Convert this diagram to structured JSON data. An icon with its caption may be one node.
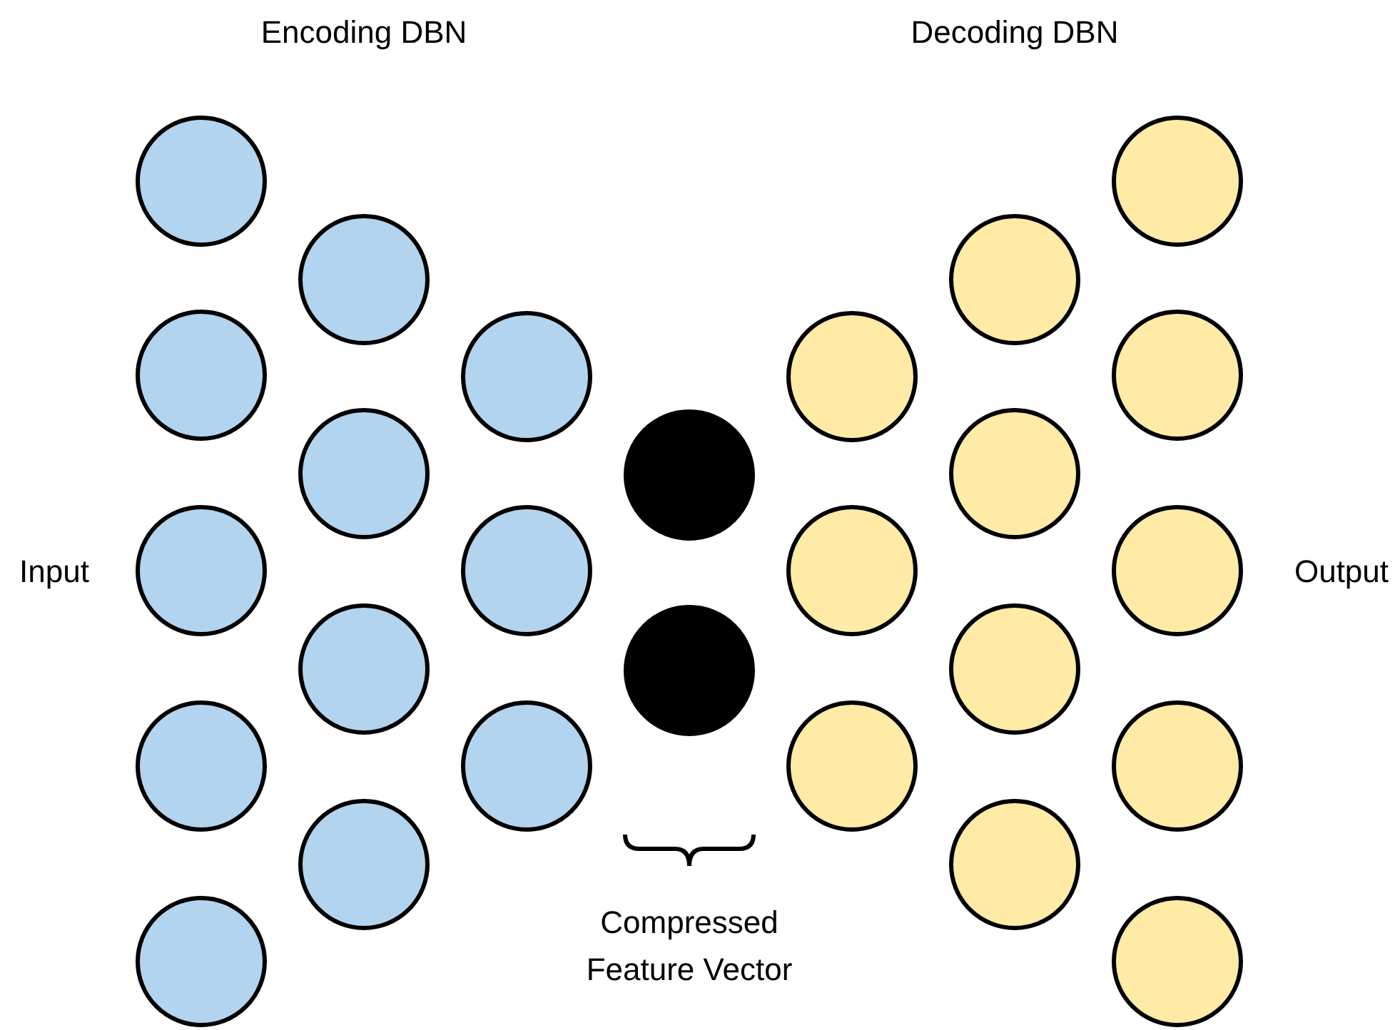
{
  "diagram": {
    "nodes": [
      {
        "text": [],
        "shape": "circle"
      },
      {
        "text": [],
        "shape": "circle"
      },
      {
        "text": [],
        "shape": "circle"
      },
      {
        "text": [],
        "shape": "circle"
      },
      {
        "text": [],
        "shape": "circle"
      },
      {
        "text": [],
        "shape": "circle"
      },
      {
        "text": [],
        "shape": "circle"
      },
      {
        "text": [],
        "shape": "circle"
      },
      {
        "text": [],
        "shape": "circle"
      },
      {
        "text": [],
        "shape": "circle"
      },
      {
        "text": [],
        "shape": "circle"
      },
      {
        "text": [],
        "shape": "circle"
      },
      {
        "text": [],
        "shape": "circle"
      },
      {
        "text": [],
        "shape": "circle"
      },
      {
        "text": [],
        "shape": "circle"
      },
      {
        "text": [],
        "shape": "circle"
      },
      {
        "text": [],
        "shape": "circle"
      },
      {
        "text": [],
        "shape": "circle"
      },
      {
        "text": [],
        "shape": "circle"
      },
      {
        "text": [],
        "shape": "circle"
      },
      {
        "text": [],
        "shape": "circle"
      },
      {
        "text": [],
        "shape": "circle"
      },
      {
        "text": [],
        "shape": "circle"
      },
      {
        "text": [],
        "shape": "circle"
      },
      {
        "text": [],
        "shape": "circle"
      },
      {
        "text": [],
        "shape": "circle"
      }
    ],
    "edges": [],
    "labels": [
      "Encoding DBN",
      "Decoding DBN",
      "Input",
      "Output",
      "Compressed Feature Vector"
    ]
  }
}
